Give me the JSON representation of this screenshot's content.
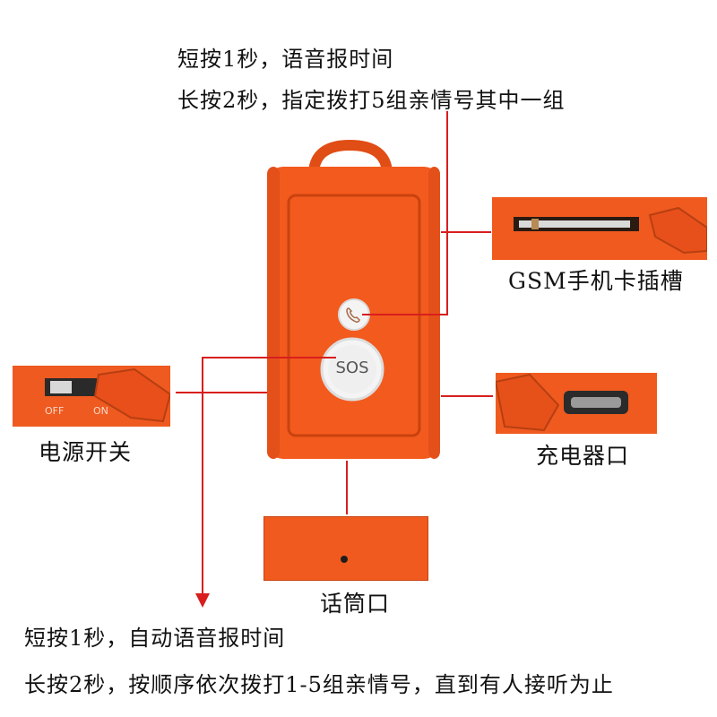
{
  "top_notes": {
    "line1": "短按1秒，语音报时间",
    "line2": "长按2秒，指定拨打5组亲情号其中一组"
  },
  "device": {
    "sos_label": "SOS",
    "phone_icon": "phone-icon"
  },
  "callouts": {
    "sim_slot": "GSM手机卡插槽",
    "power_switch": "电源开关",
    "power_off": "OFF",
    "power_on": "ON",
    "charger": "充电器口",
    "mic": "话筒口"
  },
  "bottom_notes": {
    "line1": "短按1秒，自动语音报时间",
    "line2": "长按2秒，按顺序依次拨打1-5组亲情号，直到有人接听为止"
  },
  "colors": {
    "device_orange": "#f35a1d",
    "device_dark": "#c9420f",
    "pointer_red": "#d81e1e"
  }
}
